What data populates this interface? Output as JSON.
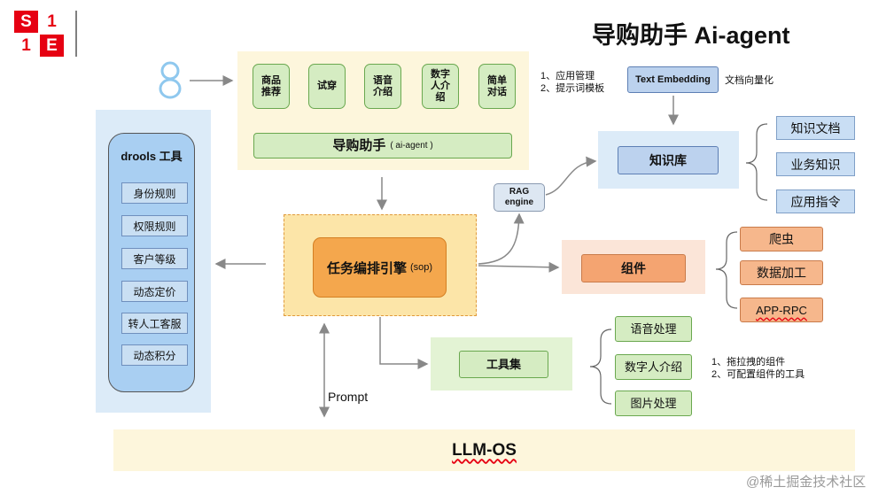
{
  "logo": {
    "chars": [
      "S",
      "1",
      "1",
      "E"
    ],
    "colors": {
      "red": "#e60012"
    }
  },
  "title": "导购助手 Ai-agent",
  "user_icon": "person-icon",
  "shopping": {
    "modules": [
      "商品推荐",
      "试穿",
      "语音介绍",
      "数字人介绍",
      "简单对话"
    ],
    "main_label": "导购助手",
    "main_sub": "( ai-agent )"
  },
  "notes": {
    "app_line1": "1、应用管理",
    "app_line2": "2、提示词模板",
    "tool_line1": "1、拖拉拽的组件",
    "tool_line2": "2、可配置组件的工具"
  },
  "embedding": {
    "label": "Text Embedding",
    "note": "文档向量化"
  },
  "knowledge": {
    "label": "知识库",
    "items": [
      "知识文档",
      "业务知识",
      "应用指令"
    ]
  },
  "rag": {
    "line1": "RAG",
    "line2": "engine"
  },
  "drools": {
    "title": "drools 工具",
    "rules": [
      "身份规则",
      "权限规则",
      "客户等级",
      "动态定价",
      "转人工客服",
      "动态积分"
    ]
  },
  "sop": {
    "label": "任务编排引擎",
    "sub": "(sop)"
  },
  "components": {
    "label": "组件",
    "items": [
      "爬虫",
      "数据加工",
      "APP-RPC"
    ]
  },
  "toolset": {
    "label": "工具集",
    "items": [
      "语音处理",
      "数字人介绍",
      "图片处理"
    ]
  },
  "prompt_label": "Prompt",
  "llm_os": "LLM-OS",
  "watermark": "@稀土掘金技术社区",
  "colors": {
    "yellow_bg": "#fdf6dc",
    "blue_bg": "#dcebf8",
    "green_bg": "#e3f3d4",
    "orange": "#f4a74d",
    "salmon_bg": "#fbe5d8"
  }
}
